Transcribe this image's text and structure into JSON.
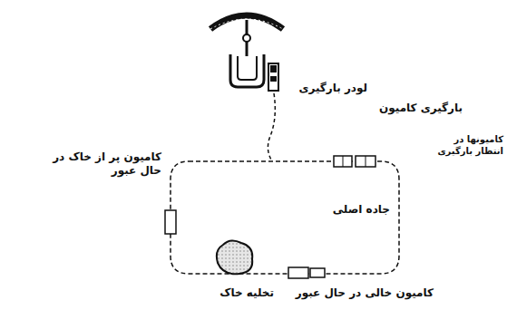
{
  "diagram": {
    "labels": [
      "لودر بارگیری",
      "بارگیری کامیون",
      "کامیونها در انتظار بارگیری",
      "کامیون پر از خاک در حال عبور",
      "جاده اصلی",
      "تخلیه خاک",
      "کامیون خالی در حال عبور"
    ]
  }
}
